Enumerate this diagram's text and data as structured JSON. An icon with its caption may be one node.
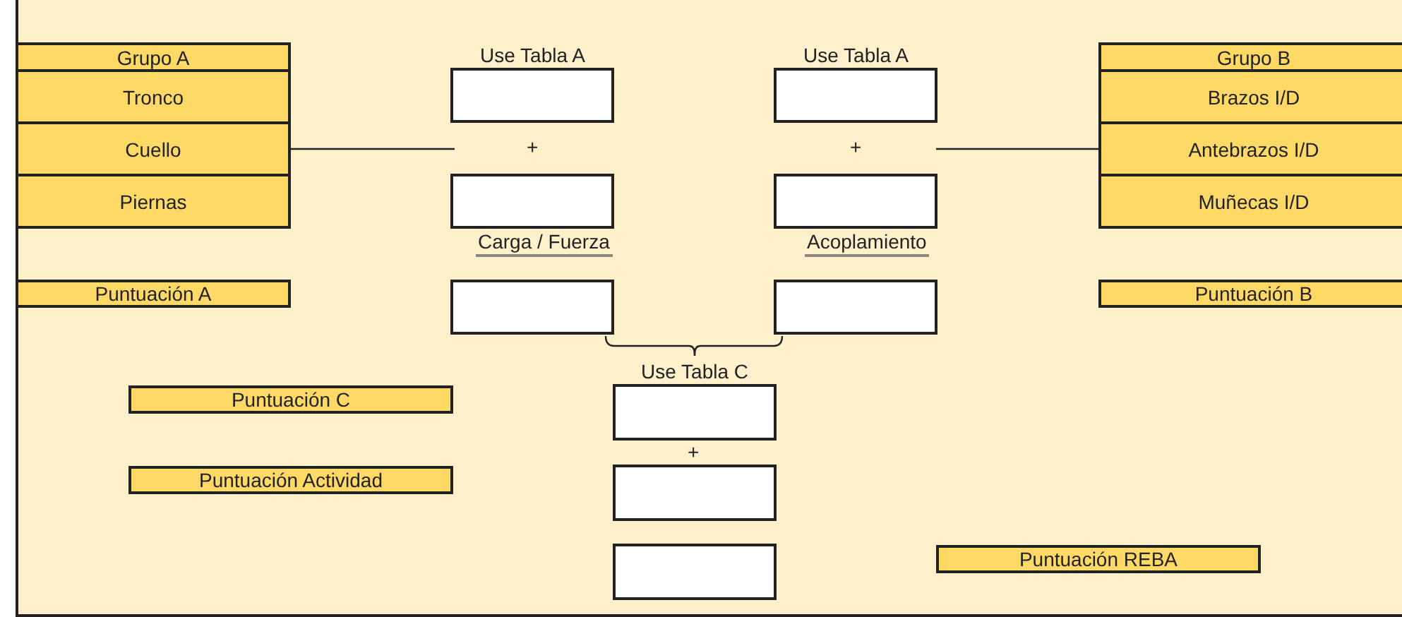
{
  "diagram": {
    "nodes": [
      {
        "text": [
          "Grupo A"
        ]
      },
      {
        "text": [
          "Tronco"
        ]
      },
      {
        "text": [
          "Cuello"
        ]
      },
      {
        "text": [
          "Piernas"
        ]
      },
      {
        "text": [],
        "shape": "box",
        "beside": [
          "Use Tabla A"
        ]
      },
      {
        "text": [],
        "shape": "box",
        "beside": [
          "Use Tabla A"
        ]
      },
      {
        "text": [
          "Grupo B"
        ]
      },
      {
        "text": [
          "Brazos I/D"
        ]
      },
      {
        "text": [
          "Antebrazos I/D"
        ]
      },
      {
        "text": [
          "Muñecas I/D"
        ]
      },
      {
        "text": [],
        "shape": "box",
        "beside": [
          "Carga / Fuerza"
        ]
      },
      {
        "text": [],
        "shape": "box",
        "beside": [
          "Acoplamiento"
        ]
      },
      {
        "text": [
          "Puntuación A"
        ]
      },
      {
        "text": [],
        "shape": "box"
      },
      {
        "text": [],
        "shape": "box"
      },
      {
        "text": [
          "Puntuación B"
        ]
      },
      {
        "text": [
          "Puntuación C"
        ]
      },
      {
        "text": [],
        "shape": "box",
        "beside": [
          "Use Tabla C"
        ]
      },
      {
        "text": [
          "Puntuación Actividad"
        ]
      },
      {
        "text": [],
        "shape": "box"
      },
      {
        "text": [],
        "shape": "box"
      },
      {
        "text": [
          "Puntuación REBA"
        ]
      }
    ],
    "edges": [
      {
        "from": 2,
        "to": null,
        "arrow": "none"
      },
      {
        "from": null,
        "to": 8,
        "arrow": "none"
      },
      {
        "from": 13,
        "to": 17,
        "arrow": "none"
      },
      {
        "from": 14,
        "to": 17,
        "arrow": "none"
      }
    ],
    "labels": [
      "+",
      "+",
      "+"
    ]
  }
}
